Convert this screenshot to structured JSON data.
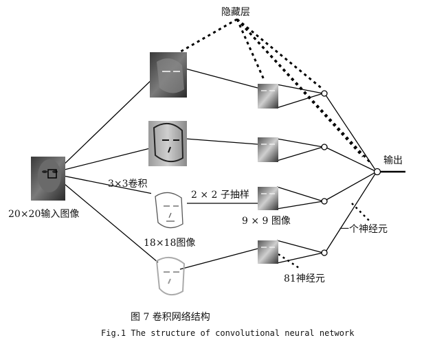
{
  "labels": {
    "hidden_layer": "隐藏层",
    "input_image": "20×20输入图像",
    "conv": "3×3卷积",
    "subsample": "2 × 2 子抽样",
    "fmap18": "18×18图像",
    "fmap9": "9 × 9 图像",
    "neurons81": "81神经元",
    "one_neuron": "一个神经元",
    "output": "输出"
  },
  "caption": {
    "chinese": "图 7  卷积网络结构",
    "english": "Fig.1 The structure of convolutional neural network"
  },
  "icons": {
    "input": "face-photo-icon",
    "feature_maps": [
      "face-edge-map-icon",
      "face-contour-map-icon",
      "face-sketch-icon",
      "face-faint-sketch-icon"
    ],
    "subsampled": "small-face-map-icon",
    "neuron": "circle-node-icon"
  }
}
